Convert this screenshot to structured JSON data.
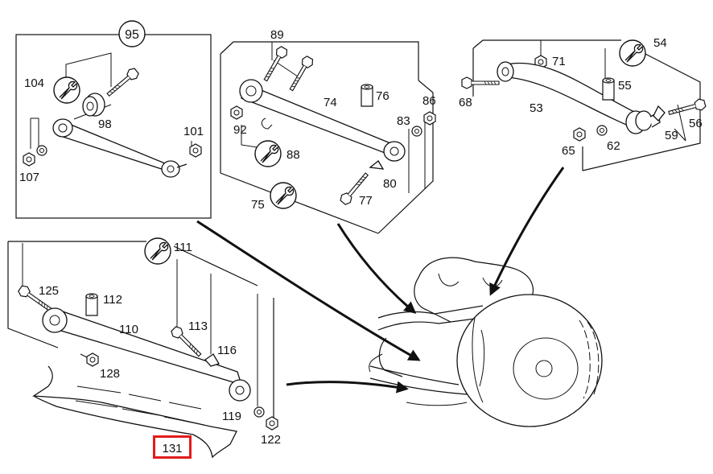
{
  "diagram": {
    "group_labels": {
      "upper_left_group": "95"
    },
    "labels": {
      "p104": "104",
      "p98": "98",
      "p101": "101",
      "p107": "107",
      "p89": "89",
      "p74": "74",
      "p76": "76",
      "p86": "86",
      "p83": "83",
      "p92": "92",
      "p88": "88",
      "p80": "80",
      "p77": "77",
      "p75": "75",
      "p54": "54",
      "p71": "71",
      "p68": "68",
      "p55": "55",
      "p53": "53",
      "p56": "56",
      "p59": "59",
      "p62": "62",
      "p65": "65",
      "p111": "111",
      "p125": "125",
      "p112": "112",
      "p110": "110",
      "p113": "113",
      "p116": "116",
      "p128": "128",
      "p119": "119",
      "p122": "122",
      "p131": "131"
    },
    "highlighted_part": "131",
    "highlight_color": "#e31b1b",
    "icons": [
      "wrench-icon"
    ]
  }
}
